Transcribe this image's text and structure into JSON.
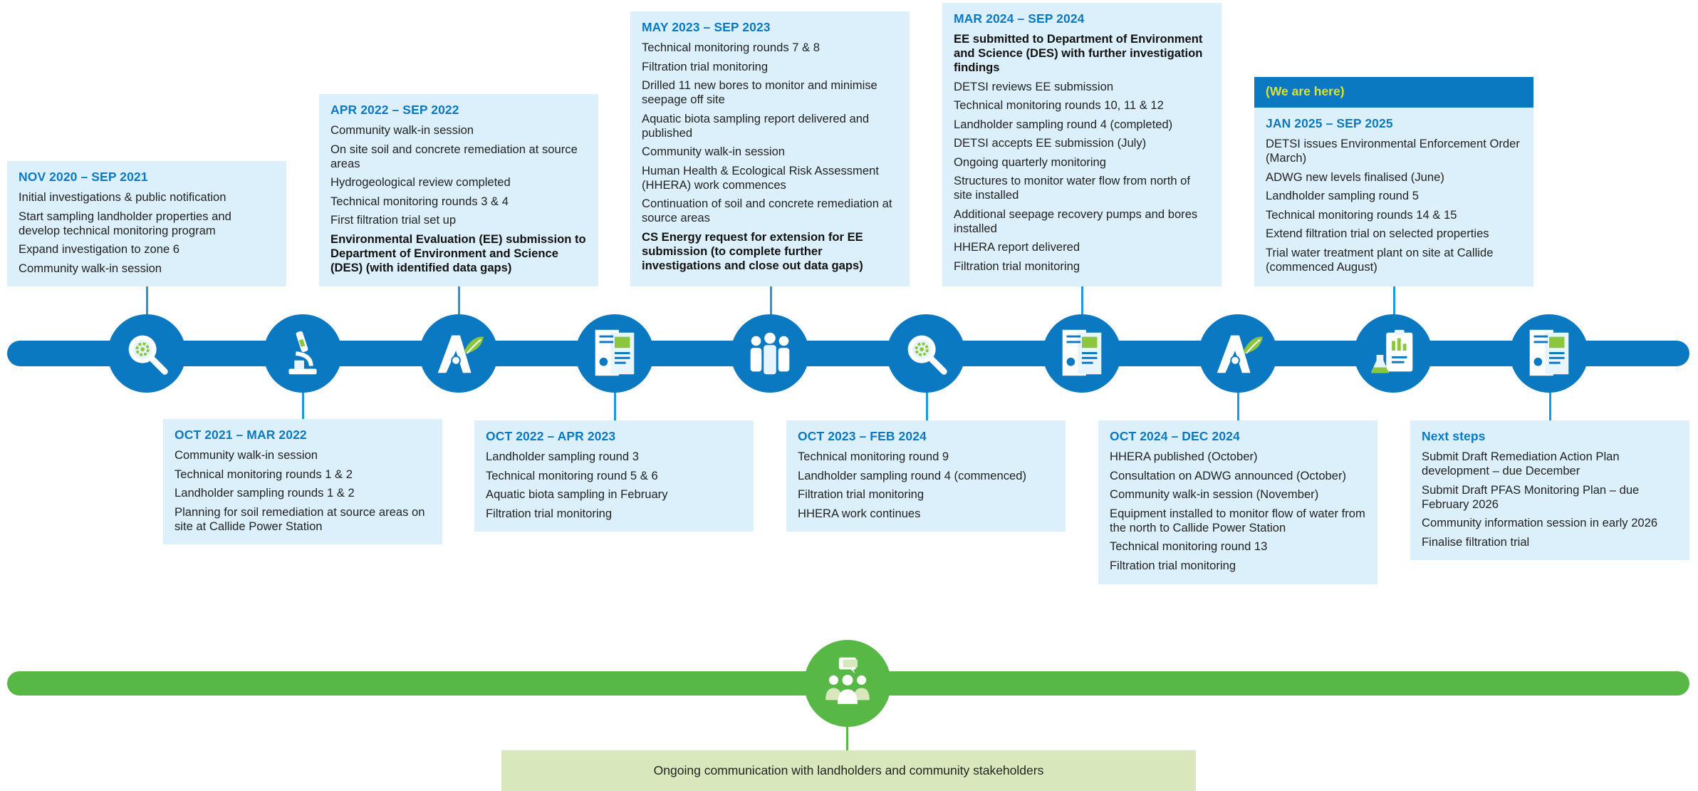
{
  "colors": {
    "blue": "#0a79c2",
    "light_blue_box": "#dcf0fb",
    "green": "#58b846",
    "light_green_box": "#d9e8bc",
    "here_text": "#d8e33a"
  },
  "nodes": [
    {
      "icon": "magnifier-gear-icon"
    },
    {
      "icon": "microscope-icon"
    },
    {
      "icon": "person-leaf-icon"
    },
    {
      "icon": "report-document-icon"
    },
    {
      "icon": "people-group-icon"
    },
    {
      "icon": "magnifier-gear-icon"
    },
    {
      "icon": "report-document-icon"
    },
    {
      "icon": "person-leaf-icon"
    },
    {
      "icon": "lab-clipboard-icon"
    },
    {
      "icon": "report-document-icon"
    }
  ],
  "boxes": [
    {
      "title": "NOV 2020 – SEP 2021",
      "items": [
        {
          "text": "Initial investigations & public notification"
        },
        {
          "text": "Start sampling landholder properties and develop technical monitoring program"
        },
        {
          "text": "Expand investigation to zone 6"
        },
        {
          "text": "Community walk-in session"
        }
      ]
    },
    {
      "title": "OCT 2021 – MAR 2022",
      "items": [
        {
          "text": "Community walk-in session"
        },
        {
          "text": "Technical monitoring rounds 1 & 2"
        },
        {
          "text": "Landholder sampling rounds 1 & 2"
        },
        {
          "text": "Planning for soil remediation at source areas on site at Callide Power Station"
        }
      ]
    },
    {
      "title": "APR 2022 – SEP 2022",
      "items": [
        {
          "text": "Community walk-in session"
        },
        {
          "text": "On site soil and concrete remediation at source areas"
        },
        {
          "text": "Hydrogeological review completed"
        },
        {
          "text": "Technical monitoring rounds 3 & 4"
        },
        {
          "text": "First filtration trial set up"
        },
        {
          "text": "Environmental Evaluation (EE) submission to Department of Environment and Science (DES) (with identified data gaps)",
          "bold": true
        }
      ]
    },
    {
      "title": "OCT 2022 – APR 2023",
      "items": [
        {
          "text": "Landholder sampling round 3"
        },
        {
          "text": "Technical monitoring round 5 & 6"
        },
        {
          "text": "Aquatic biota sampling in February"
        },
        {
          "text": "Filtration trial monitoring"
        }
      ]
    },
    {
      "title": "MAY 2023 – SEP 2023",
      "items": [
        {
          "text": "Technical monitoring rounds 7 & 8"
        },
        {
          "text": "Filtration trial monitoring"
        },
        {
          "text": "Drilled 11 new bores to monitor and minimise seepage off site"
        },
        {
          "text": "Aquatic biota sampling report delivered and published"
        },
        {
          "text": "Community walk-in session"
        },
        {
          "text": "Human Health & Ecological Risk Assessment (HHERA) work commences"
        },
        {
          "text": "Continuation of soil and concrete remediation at source areas"
        },
        {
          "text": "CS Energy request for extension for EE submission (to complete further investigations and close out data gaps)",
          "bold": true
        }
      ]
    },
    {
      "title": "OCT 2023 – FEB 2024",
      "items": [
        {
          "text": "Technical monitoring round 9"
        },
        {
          "text": "Landholder sampling round 4 (commenced)"
        },
        {
          "text": "Filtration trial monitoring"
        },
        {
          "text": "HHERA work continues"
        }
      ]
    },
    {
      "title": "MAR 2024 – SEP 2024",
      "items": [
        {
          "text": "EE submitted to Department of Environment and Science (DES) with further investigation findings",
          "bold": true
        },
        {
          "text": "DETSI reviews EE submission"
        },
        {
          "text": "Technical monitoring rounds 10, 11 & 12"
        },
        {
          "text": "Landholder sampling round 4 (completed)"
        },
        {
          "text": "DETSI accepts EE submission (July)"
        },
        {
          "text": "Ongoing quarterly monitoring"
        },
        {
          "text": "Structures to monitor water flow from north of site installed"
        },
        {
          "text": "Additional seepage recovery pumps and bores installed"
        },
        {
          "text": "HHERA report delivered"
        },
        {
          "text": "Filtration trial monitoring"
        }
      ]
    },
    {
      "title": "OCT 2024 – DEC 2024",
      "items": [
        {
          "text": "HHERA published (October)"
        },
        {
          "text": "Consultation on ADWG announced (October)"
        },
        {
          "text": "Community walk-in session (November)"
        },
        {
          "text": "Equipment installed to monitor flow of water from the north to Callide Power Station"
        },
        {
          "text": "Technical monitoring round 13"
        },
        {
          "text": "Filtration trial monitoring"
        }
      ]
    },
    {
      "title": "JAN 2025 – SEP 2025",
      "items": [
        {
          "text": "DETSI issues Environmental Enforcement Order (March)"
        },
        {
          "text": "ADWG new levels finalised (June)"
        },
        {
          "text": "Landholder sampling round 5"
        },
        {
          "text": "Technical monitoring rounds 14 & 15"
        },
        {
          "text": "Extend filtration trial on selected properties"
        },
        {
          "text": "Trial water treatment plant on site at Callide (commenced August)"
        }
      ]
    },
    {
      "title": "Next steps",
      "items": [
        {
          "text": "Submit Draft Remediation Action Plan development – due December"
        },
        {
          "text": "Submit Draft PFAS Monitoring Plan – due February 2026"
        },
        {
          "text": "Community information session in early 2026"
        },
        {
          "text": "Finalise filtration trial"
        }
      ]
    }
  ],
  "we_are_here": "(We are here)",
  "communication": {
    "icon": "community-chat-icon",
    "text": "Ongoing communication with landholders and community stakeholders"
  }
}
